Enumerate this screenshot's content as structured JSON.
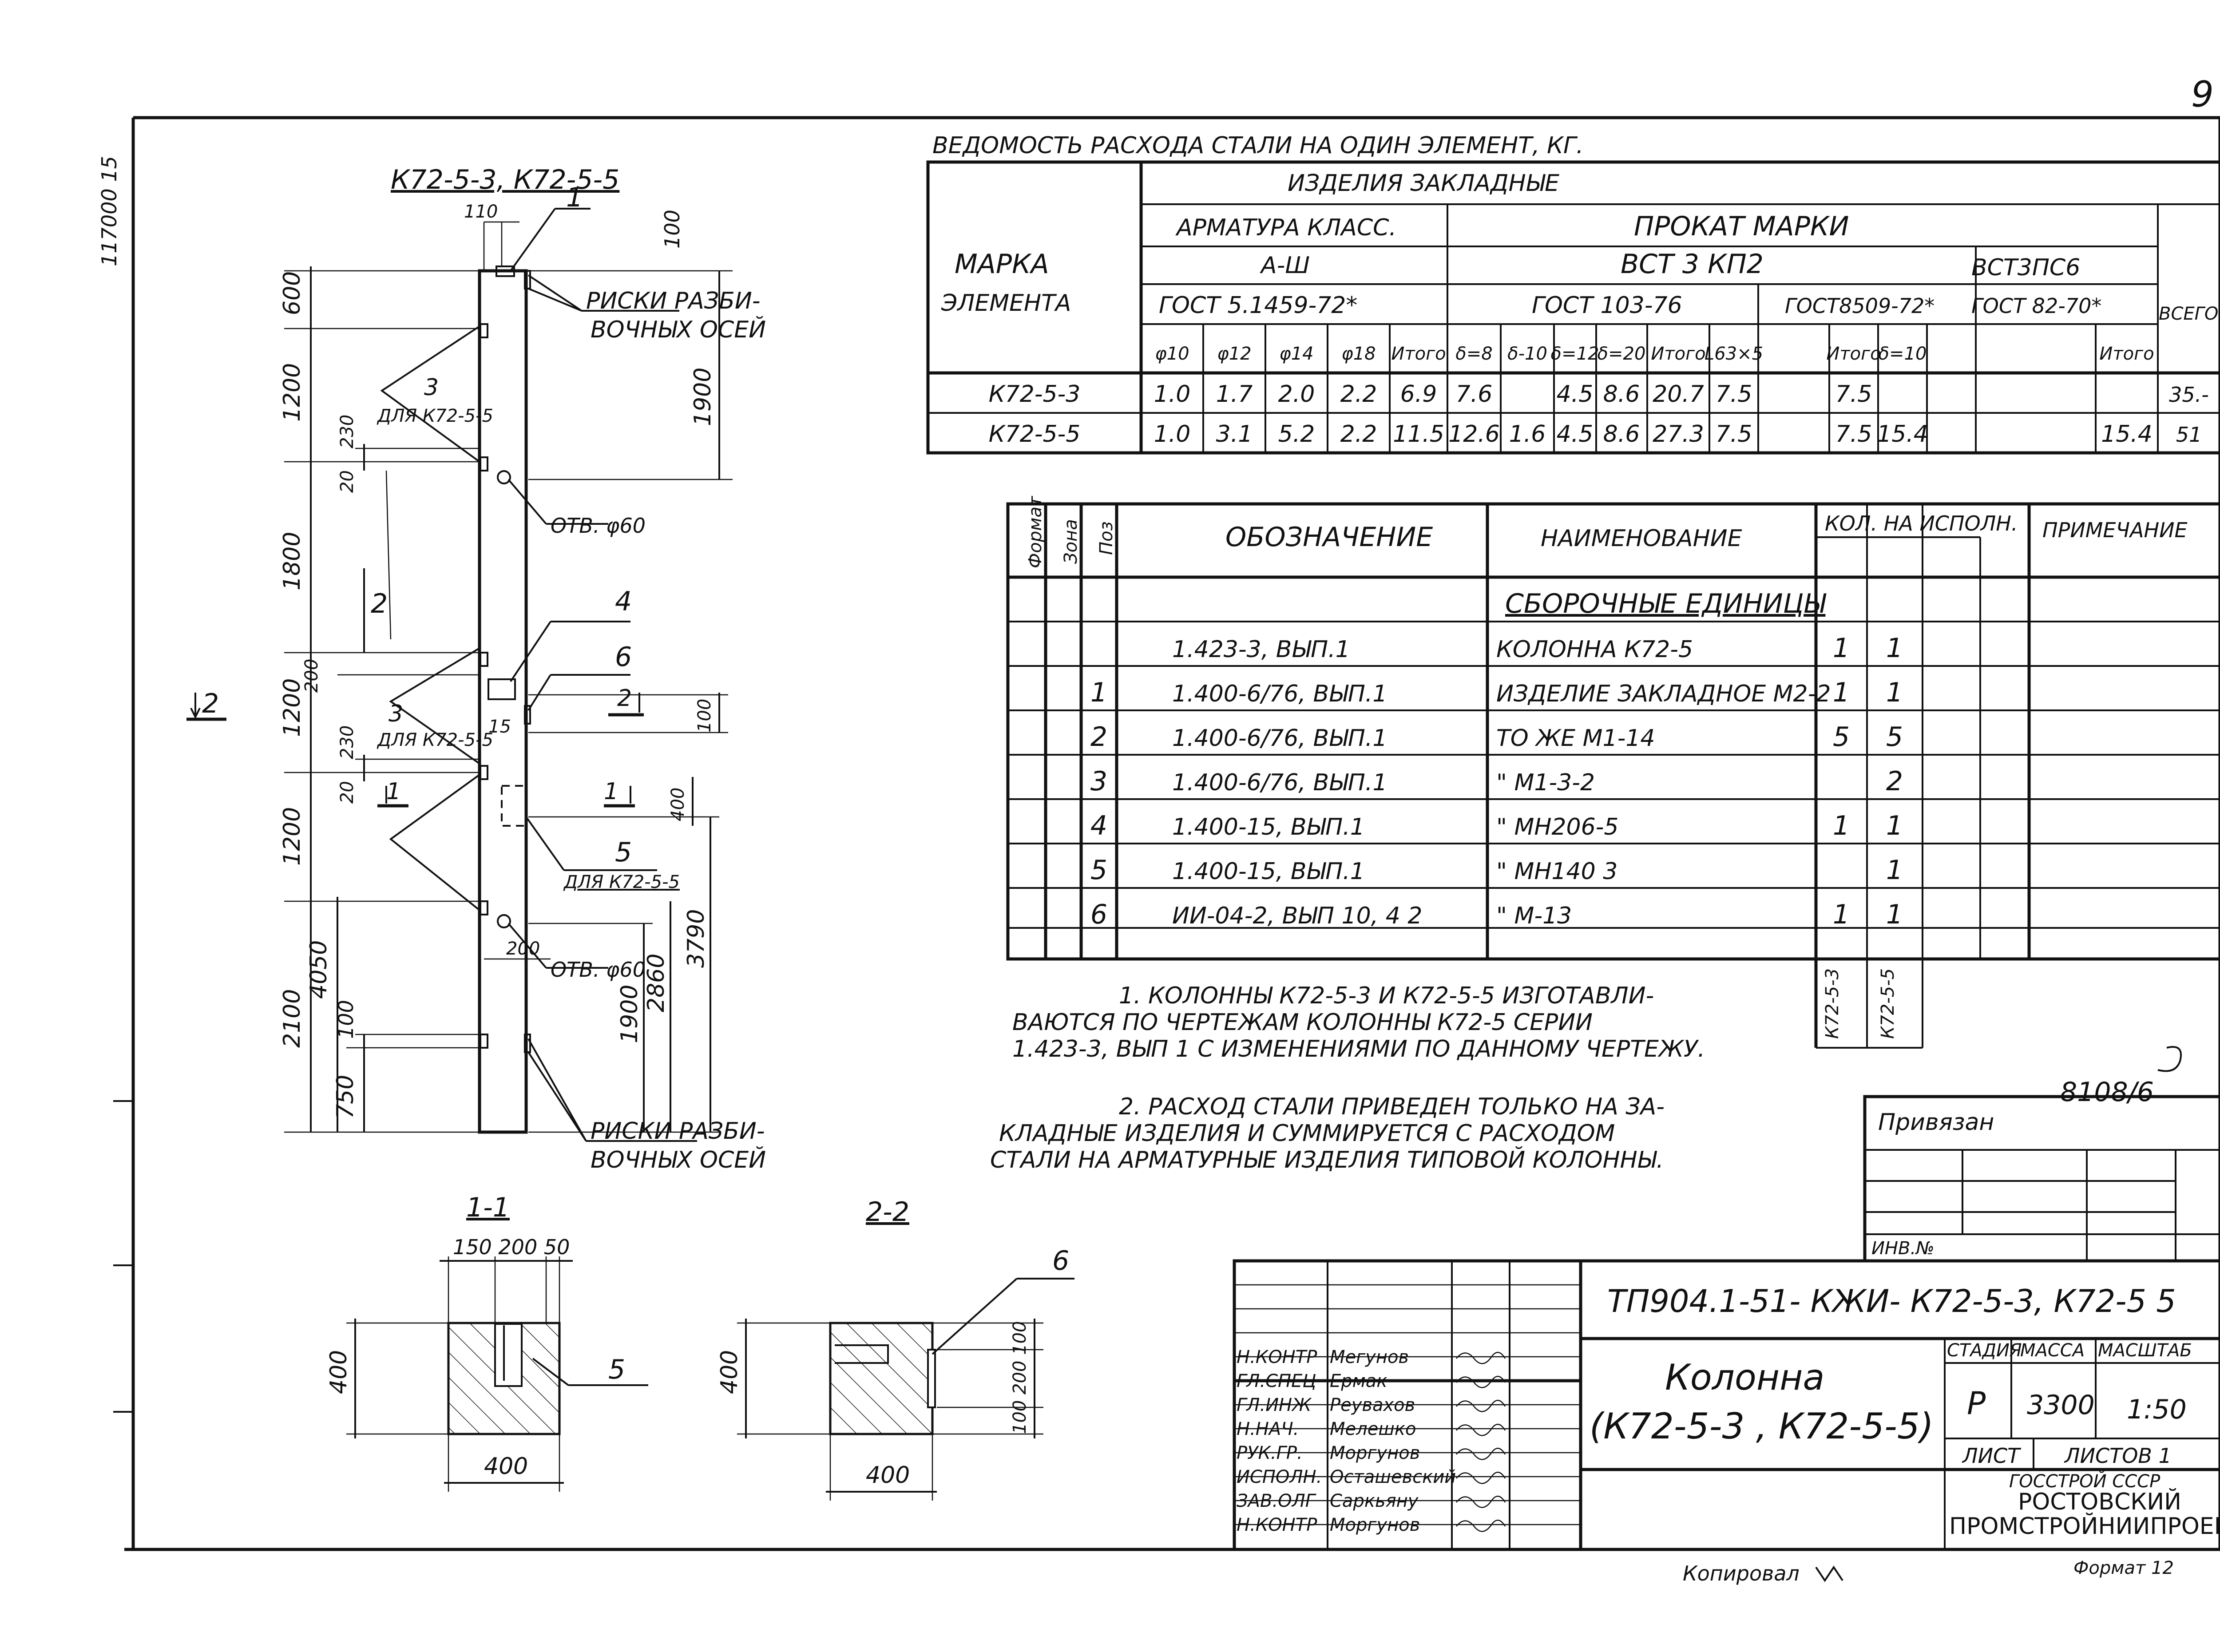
{
  "sheet_number": "9",
  "side_code": "117000 15",
  "steel_table": {
    "title": "ВЕДОМОСТЬ   РАСХОДА   СТАЛИ   НА   ОДИН   ЭЛЕМЕНТ,  КГ.",
    "col_mark": "МАРКА",
    "col_mark2": "ЭЛЕМЕНТА",
    "group": "ИЗДЕЛИЯ    ЗАКЛАДНЫЕ",
    "armature": "АРМАТУРА  КЛАСС.",
    "armature_class": "А-Ш",
    "armature_gost": "ГОСТ  5.1459-72*",
    "prokat": "ПРОКАТ   МАРКИ",
    "steel1": "ВСТ 3 КП2",
    "steel2": "ВСТ3ПС6",
    "gost1": "ГОСТ  103-76",
    "gost2": "ГОСТ8509-72*",
    "gost3": "ГОСТ 82-70*",
    "total": "ВСЕГО",
    "sub_headers": [
      "φ10",
      "φ12",
      "φ14",
      "φ18",
      "Итого",
      "δ=8",
      "δ-10",
      "δ=12",
      "δ=20",
      "Итого",
      "L63×5",
      "",
      "Итого",
      "δ=10",
      "",
      "Итого"
    ],
    "rows": [
      {
        "mark": "К72-5-3",
        "cells": [
          "1.0",
          "1.7",
          "2.0",
          "2.2",
          "6.9",
          "7.6",
          "",
          "4.5",
          "8.6",
          "20.7",
          "7.5",
          "",
          "7.5",
          "",
          "",
          ""
        ],
        "total": "35.-"
      },
      {
        "mark": "К72-5-5",
        "cells": [
          "1.0",
          "3.1",
          "5.2",
          "2.2",
          "11.5",
          "12.6",
          "1.6",
          "4.5",
          "8.6",
          "27.3",
          "7.5",
          "",
          "7.5",
          "15.4",
          "",
          "15.4"
        ],
        "total": "51"
      }
    ]
  },
  "spec_table": {
    "h_format": "Формат",
    "h_zone": "Зона",
    "h_pos": "Поз",
    "h_designation": "ОБОЗНАЧЕНИЕ",
    "h_name": "НАИМЕНОВАНИЕ",
    "h_qty": "КОЛ. НА ИСПОЛН.",
    "h_note": "ПРИМЕЧАНИЕ",
    "section": "СБОРОЧНЫЕ ЕДИНИЦЫ",
    "rows": [
      {
        "pos": "",
        "designation": "1.423-3, ВЫП.1",
        "name": "КОЛОННА   К72-5",
        "qty1": "1",
        "qty2": "1"
      },
      {
        "pos": "1",
        "designation": "1.400-6/76, ВЫП.1",
        "name": "ИЗДЕЛИЕ ЗАКЛАДНОЕ М2-2",
        "qty1": "1",
        "qty2": "1"
      },
      {
        "pos": "2",
        "designation": "1.400-6/76, ВЫП.1",
        "name": "ТО ЖЕ     М1-14",
        "qty1": "5",
        "qty2": "5"
      },
      {
        "pos": "3",
        "designation": "1.400-6/76, ВЫП.1",
        "name": "\"         М1-3-2",
        "qty1": "",
        "qty2": "2"
      },
      {
        "pos": "4",
        "designation": "1.400-15, ВЫП.1",
        "name": "\"       МН206-5",
        "qty1": "1",
        "qty2": "1"
      },
      {
        "pos": "5",
        "designation": "1.400-15, ВЫП.1",
        "name": "\"       МН140 3",
        "qty1": "",
        "qty2": "1"
      },
      {
        "pos": "6",
        "designation": "ИИ-04-2, ВЫП 10, 4 2",
        "name": "\"         М-13",
        "qty1": "1",
        "qty2": "1"
      }
    ],
    "col_marks": [
      "К72-5-3",
      "К72-5-5"
    ]
  },
  "notes": [
    "1. КОЛОННЫ   К72-5-3   И  К72-5-5   ИЗГОТАВЛИ-",
    "ВАЮТСЯ   ПО ЧЕРТЕЖАМ   КОЛОННЫ  К72-5   СЕРИИ",
    "1.423-3, ВЫП 1  С   ИЗМЕНЕНИЯМИ   ПО  ДАННОМУ ЧЕРТЕЖУ.",
    "2. РАСХОД  СТАЛИ  ПРИВЕДЕН  ТОЛЬКО  НА  ЗА-",
    "КЛАДНЫЕ   ИЗДЕЛИЯ    И  СУММИРУЕТСЯ   С РАСХОДОМ",
    "СТАЛИ  НА  АРМАТУРНЫЕ  ИЗДЕЛИЯ  ТИПОВОЙ  КОЛОННЫ."
  ],
  "elevation": {
    "title": "К72-5-3, К72-5-5",
    "risk_top": [
      "РИСКИ  РАЗБИ-",
      "ВОЧНЫХ  ОСЕЙ"
    ],
    "risk_bot": [
      "РИСКИ  РАЗБИ-",
      "ВОЧНЫХ  ОСЕЙ"
    ],
    "hole_top": "ОТВ. φ60",
    "hole_bot": "ОТВ. φ60",
    "for_k72_a": "ДЛЯ К72-5-5",
    "for_k72_b": "ДЛЯ К72-5-5",
    "for_k72_c": "ДЛЯ К72-5-5",
    "left_dims": [
      "600",
      "1200",
      "1800",
      "1200",
      "1200",
      "2100"
    ],
    "dim_4050": "4050",
    "dim_750": "750",
    "dim_100": "100",
    "dim_1900r": "1900",
    "dim_3790": "3790",
    "dim_2860": "2860",
    "dim_1900b": "1900",
    "dim_200a": "200",
    "dim_200b": "200",
    "dim_20a": "20",
    "dim_230a": "230",
    "dim_20b": "20",
    "dim_230b": "230",
    "dim_110": "110",
    "dim_100t": "100",
    "dim_15": "15",
    "dim_100m": "100",
    "dim_400m": "400",
    "pos_labels": [
      "1",
      "2",
      "3",
      "3",
      "4",
      "5",
      "6"
    ],
    "cut_1": "1",
    "cut_2": "2",
    "view_2": "2"
  },
  "sections": {
    "s1_title": "1-1",
    "s1_dims_top": "150 200 50",
    "s1_width": "400",
    "s1_height": "400",
    "s1_pos": "5",
    "s2_title": "2-2",
    "s2_width": "400",
    "s2_height": "400",
    "s2_right": "100 200 100",
    "s2_pos": "6"
  },
  "doc_number": "8108/6",
  "privyazan": "Привязан",
  "inv_no": "ИНВ.№",
  "title_block": {
    "code": "ТП904.1-51- КЖИ- К72-5-3, К72-5 5",
    "name1": "Колонна",
    "name2": "(К72-5-3 ,  К72-5-5)",
    "stage_h": "СТАДИЯ",
    "mass_h": "МАССА",
    "scale_h": "МАСШТАБ",
    "stage": "Р",
    "mass": "3300",
    "scale": "1:50",
    "sheet_h": "ЛИСТ",
    "sheets_h": "ЛИСТОВ 1",
    "org1": "ГОССТРОЙ СССР",
    "org2": "РОСТОВСКИЙ",
    "org3": "ПРОМСТРОЙНИИПРОЕКТ",
    "roles": [
      "Н.КОНТР",
      "ГЛ.СПЕЦ",
      "ГЛ.ИНЖ",
      "Н.НАЧ.",
      "РУК.ГР.",
      "ИСПОЛН.",
      "ЗАВ.ОЛГ",
      "Н.КОНТР"
    ],
    "names": [
      "Мегунов",
      "Ермак",
      "Реувахов",
      "Мелешко",
      "Моргунов",
      "Осташевский",
      "Саркьяну",
      "Моргунов"
    ]
  },
  "copied": "Копировал",
  "format": "Формат 12"
}
